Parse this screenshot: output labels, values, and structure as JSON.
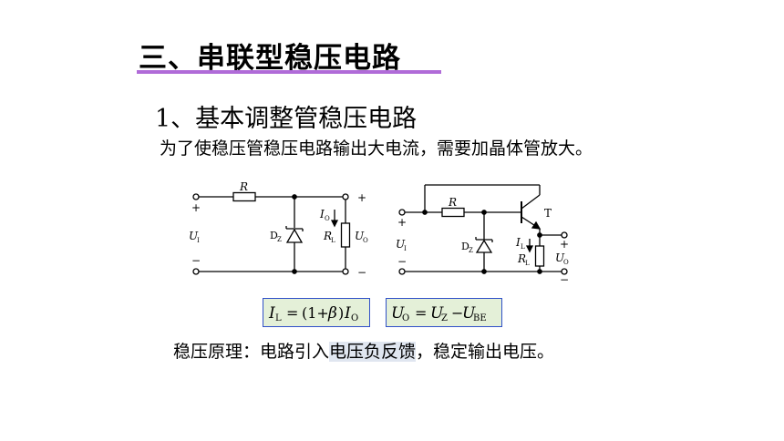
{
  "heading": {
    "title": "三、串联型稳压电路",
    "subtitle": "1、基本调整管稳压电路"
  },
  "intro_text": "为了使稳压管稳压电路输出大电流，需要加晶体管放大。",
  "circuit_left": {
    "labels": {
      "R": "R",
      "plus_in": "+",
      "minus_in": "−",
      "U": "U",
      "I_sub": "I",
      "D": "D",
      "Z_sub": "Z",
      "Io_I": "I",
      "Io_O": "O",
      "RL_R": "R",
      "RL_L": "L",
      "Uo_U": "U",
      "Uo_O": "O",
      "plus_out": "+",
      "minus_out": "−"
    }
  },
  "circuit_right": {
    "labels": {
      "R": "R",
      "T": "T",
      "plus_in": "+",
      "minus_in": "−",
      "U": "U",
      "I_sub": "I",
      "D": "D",
      "Z_sub": "Z",
      "IL_I": "I",
      "IL_L": "L",
      "RL_R": "R",
      "RL_L": "L",
      "Uo_U": "U",
      "Uo_O": "O",
      "plus_out": "+",
      "minus_out": "−"
    }
  },
  "formula1": {
    "I": "I",
    "L": "L",
    "eq": "=",
    "paren": "(1+",
    "beta": "β",
    "close": ")",
    "I2": "I",
    "O": "O"
  },
  "formula2": {
    "U": "U",
    "O": "O",
    "eq": "=",
    "U2": "U",
    "Z": "Z",
    "minus": "−",
    "U3": "U",
    "BE": "BE"
  },
  "principle": {
    "prefix": "稳压原理：电路引入",
    "highlight": "电压负反馈",
    "suffix": "，稳定输出电压。"
  },
  "colors": {
    "title_underline": "#b06bd8",
    "formula_bg": "#e4f0d8",
    "formula_border": "#3050c8",
    "highlight_bg": "#e0e6f0"
  }
}
